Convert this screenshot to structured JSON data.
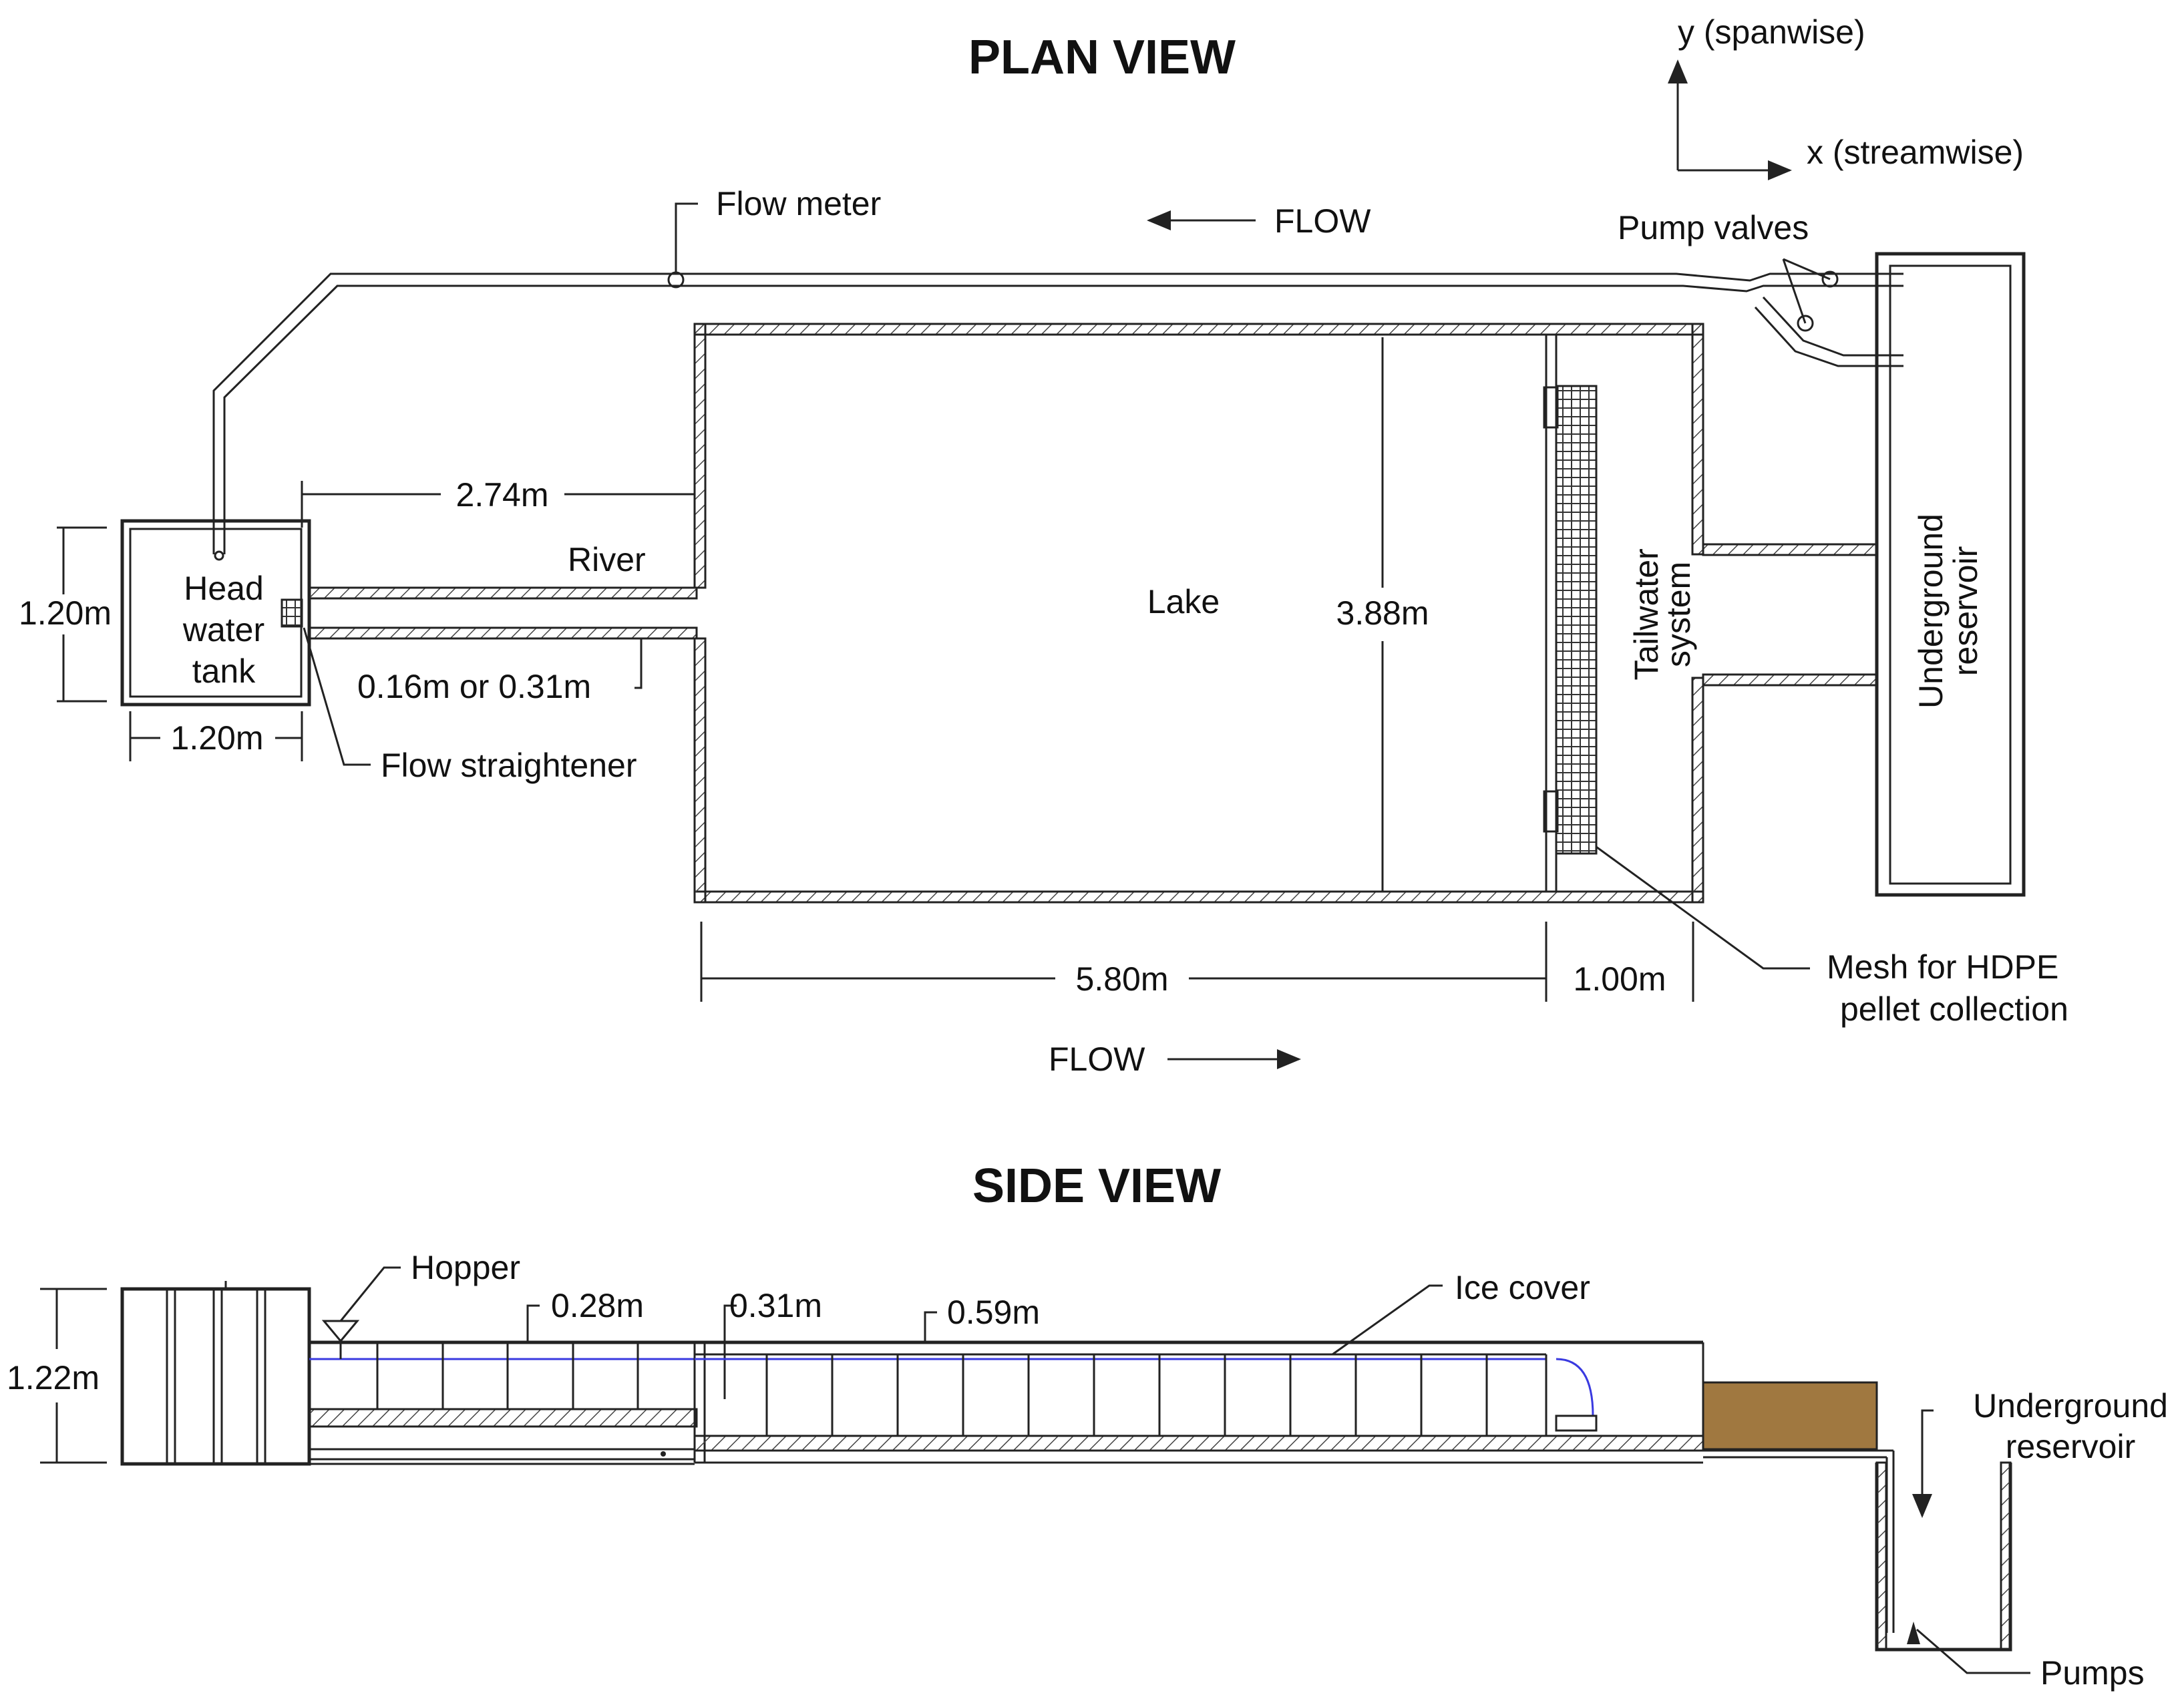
{
  "plan_view": {
    "title": "PLAN VIEW",
    "axes": {
      "y": "y (spanwise)",
      "x": "x (streamwise)"
    },
    "flow_top": "FLOW",
    "flow_bottom": "FLOW",
    "labels": {
      "flow_meter": "Flow meter",
      "pump_valves": "Pump valves",
      "head_water_tank_1": "Head",
      "head_water_tank_2": "water",
      "head_water_tank_3": "tank",
      "river": "River",
      "lake": "Lake",
      "tailwater_1": "Tailwater",
      "tailwater_2": "system",
      "reservoir_1": "Underground",
      "reservoir_2": "reservoir",
      "flow_straightener": "Flow straightener",
      "mesh_1": "Mesh for HDPE",
      "mesh_2": "pellet collection"
    },
    "dimensions": {
      "tank_height": "1.20m",
      "tank_width": "1.20m",
      "river_length": "2.74m",
      "river_width": "0.16m or 0.31m",
      "lake_width": "3.88m",
      "lake_length": "5.80m",
      "tailwater_length": "1.00m"
    }
  },
  "side_view": {
    "title": "SIDE VIEW",
    "labels": {
      "hopper": "Hopper",
      "ice_cover": "Ice cover",
      "reservoir_1": "Underground",
      "reservoir_2": "reservoir",
      "pumps": "Pumps"
    },
    "dimensions": {
      "height": "1.22m",
      "d1": "0.28m",
      "d2": "0.31m",
      "d3": "0.59m"
    }
  },
  "colors": {
    "line": "#222222",
    "water_line": "#3a3ae0",
    "sediment_box": "#a07840"
  }
}
